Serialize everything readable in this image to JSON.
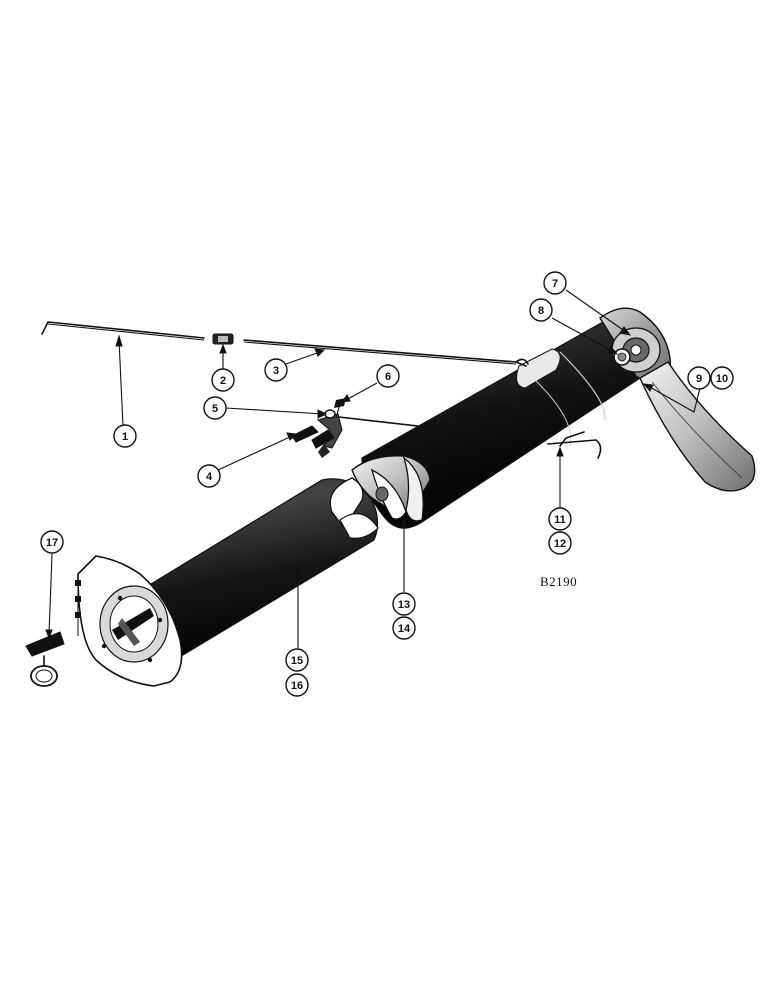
{
  "figure_code": "B2190",
  "callouts": [
    {
      "id": "c1",
      "label": "1"
    },
    {
      "id": "c2",
      "label": "2"
    },
    {
      "id": "c3",
      "label": "3"
    },
    {
      "id": "c4",
      "label": "4"
    },
    {
      "id": "c5",
      "label": "5"
    },
    {
      "id": "c6",
      "label": "6"
    },
    {
      "id": "c7",
      "label": "7"
    },
    {
      "id": "c8",
      "label": "8"
    },
    {
      "id": "c9",
      "label": "9"
    },
    {
      "id": "c10",
      "label": "10"
    },
    {
      "id": "c11",
      "label": "11"
    },
    {
      "id": "c12",
      "label": "12"
    },
    {
      "id": "c13",
      "label": "13"
    },
    {
      "id": "c14",
      "label": "14"
    },
    {
      "id": "c15",
      "label": "15"
    },
    {
      "id": "c16",
      "label": "16"
    },
    {
      "id": "c17",
      "label": "17"
    }
  ]
}
